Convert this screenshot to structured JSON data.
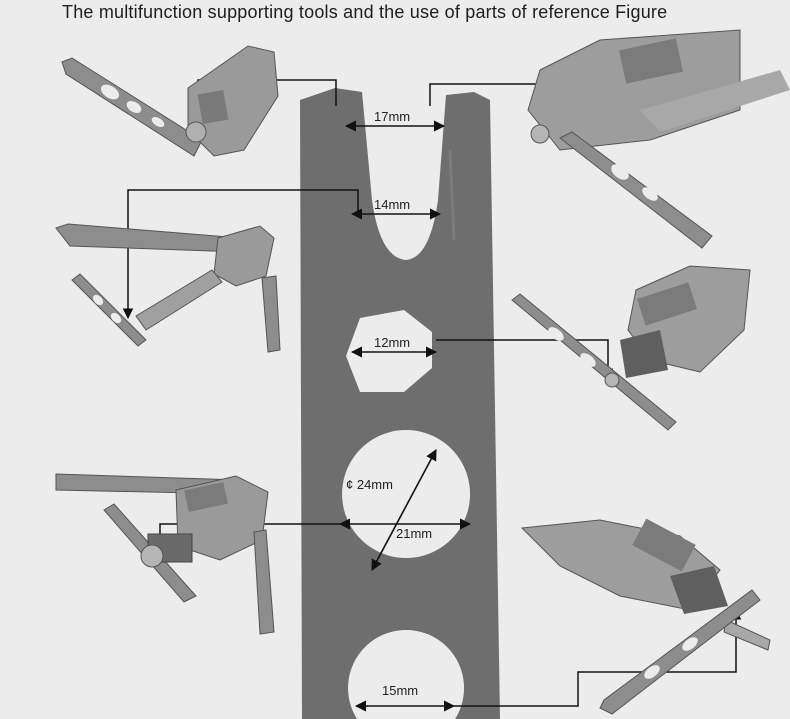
{
  "title": "The multifunction supporting tools and the use of parts of reference Figure",
  "labels": {
    "slot_17": "17mm",
    "slot_14": "14mm",
    "hex_12": "12mm",
    "dia_24": "¢ 24mm",
    "flat_21": "21mm",
    "slot_15": "15mm"
  },
  "colors": {
    "wrench_fill": "#6e6e6e",
    "background": "#ececec",
    "tool_fill": "#8d8d8d",
    "line": "#111111"
  }
}
